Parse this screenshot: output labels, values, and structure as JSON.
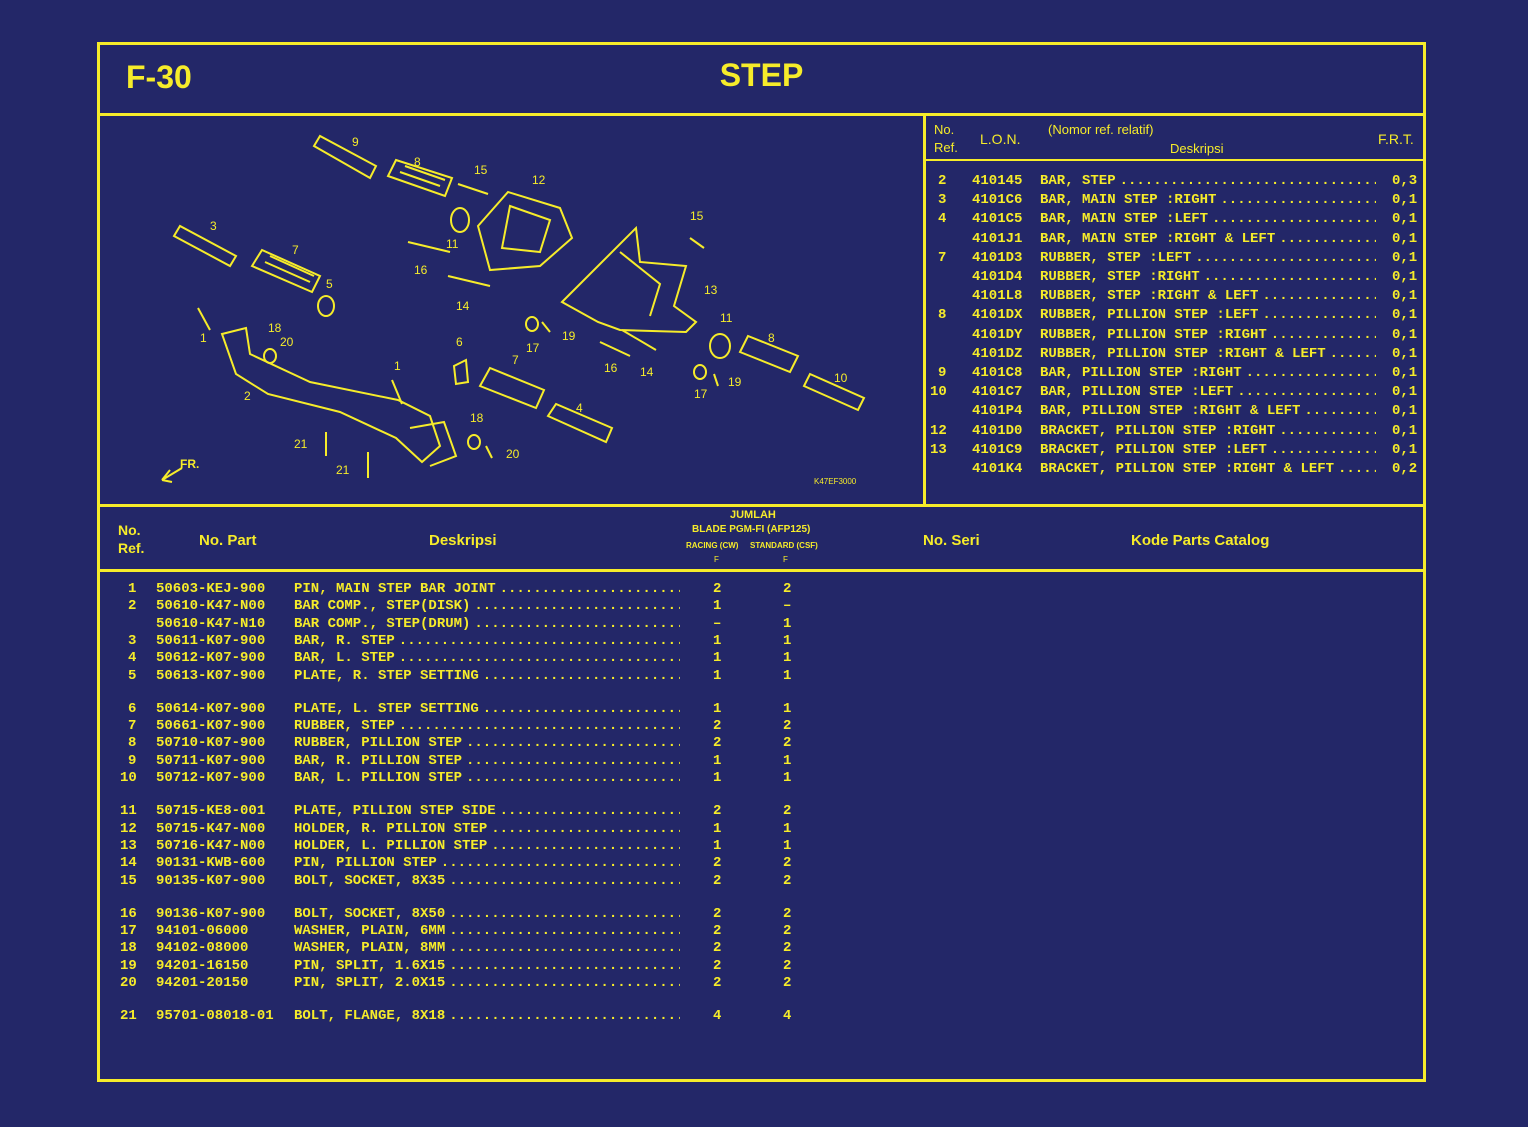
{
  "header": {
    "code": "F-30",
    "title": "STEP"
  },
  "diagram": {
    "code_label": "K47EF3000",
    "fr_label": "FR.",
    "callouts": [
      "1",
      "2",
      "3",
      "4",
      "5",
      "6",
      "7",
      "8",
      "9",
      "10",
      "11",
      "12",
      "13",
      "14",
      "15",
      "16",
      "17",
      "18",
      "19",
      "20",
      "21"
    ]
  },
  "ref_table": {
    "headers": {
      "no_ref_1": "No.",
      "no_ref_2": "Ref.",
      "lon": "L.O.N.",
      "nomor_ref": "(Nomor ref. relatif)",
      "deskripsi": "Deskripsi",
      "frt": "F.R.T."
    },
    "rows": [
      {
        "ref": "2",
        "lon": "410145",
        "desc": "BAR, STEP",
        "frt": "0,3"
      },
      {
        "ref": "3",
        "lon": "4101C6",
        "desc": "BAR, MAIN STEP :RIGHT",
        "frt": "0,1"
      },
      {
        "ref": "4",
        "lon": "4101C5",
        "desc": "BAR, MAIN STEP :LEFT",
        "frt": "0,1"
      },
      {
        "ref": "",
        "lon": "4101J1",
        "desc": "BAR, MAIN STEP :RIGHT & LEFT",
        "frt": "0,1"
      },
      {
        "ref": "7",
        "lon": "4101D3",
        "desc": "RUBBER, STEP :LEFT",
        "frt": "0,1"
      },
      {
        "ref": "",
        "lon": "4101D4",
        "desc": "RUBBER, STEP :RIGHT",
        "frt": "0,1"
      },
      {
        "ref": "",
        "lon": "4101L8",
        "desc": "RUBBER, STEP :RIGHT & LEFT",
        "frt": "0,1"
      },
      {
        "ref": "8",
        "lon": "4101DX",
        "desc": "RUBBER, PILLION STEP :LEFT",
        "frt": "0,1"
      },
      {
        "ref": "",
        "lon": "4101DY",
        "desc": "RUBBER, PILLION STEP :RIGHT",
        "frt": "0,1"
      },
      {
        "ref": "",
        "lon": "4101DZ",
        "desc": "RUBBER, PILLION STEP :RIGHT & LEFT",
        "frt": "0,1"
      },
      {
        "ref": "9",
        "lon": "4101C8",
        "desc": "BAR, PILLION STEP :RIGHT",
        "frt": "0,1"
      },
      {
        "ref": "10",
        "lon": "4101C7",
        "desc": "BAR, PILLION STEP :LEFT",
        "frt": "0,1"
      },
      {
        "ref": "",
        "lon": "4101P4",
        "desc": "BAR, PILLION STEP :RIGHT & LEFT",
        "frt": "0,1"
      },
      {
        "ref": "12",
        "lon": "4101D0",
        "desc": "BRACKET, PILLION STEP :RIGHT",
        "frt": "0,1"
      },
      {
        "ref": "13",
        "lon": "4101C9",
        "desc": "BRACKET, PILLION STEP :LEFT",
        "frt": "0,1"
      },
      {
        "ref": "",
        "lon": "4101K4",
        "desc": "BRACKET, PILLION STEP :RIGHT & LEFT",
        "frt": "0,2"
      }
    ]
  },
  "parts_table": {
    "headers": {
      "no_ref_1": "No.",
      "no_ref_2": "Ref.",
      "no_part": "No. Part",
      "deskripsi": "Deskripsi",
      "jumlah": "JUMLAH",
      "model": "BLADE PGM-FI (AFP125)",
      "racing": "RACING (CW)",
      "standard": "STANDARD (CSF)",
      "col_f1": "F",
      "col_f2": "F",
      "no_seri": "No. Seri",
      "kode": "Kode Parts Catalog"
    },
    "rows": [
      {
        "ref": "1",
        "part": "50603-KEJ-900",
        "desc": "PIN, MAIN STEP BAR JOINT",
        "r": "2",
        "s": "2"
      },
      {
        "ref": "2",
        "part": "50610-K47-N00",
        "desc": "BAR COMP., STEP(DISK)",
        "r": "1",
        "s": "–"
      },
      {
        "ref": "",
        "part": "50610-K47-N10",
        "desc": "BAR COMP., STEP(DRUM)",
        "r": "–",
        "s": "1"
      },
      {
        "ref": "3",
        "part": "50611-K07-900",
        "desc": "BAR, R. STEP",
        "r": "1",
        "s": "1"
      },
      {
        "ref": "4",
        "part": "50612-K07-900",
        "desc": "BAR, L. STEP",
        "r": "1",
        "s": "1"
      },
      {
        "ref": "5",
        "part": "50613-K07-900",
        "desc": "PLATE, R. STEP SETTING",
        "r": "1",
        "s": "1"
      },
      {
        "ref": "6",
        "part": "50614-K07-900",
        "desc": "PLATE, L. STEP SETTING",
        "r": "1",
        "s": "1"
      },
      {
        "ref": "7",
        "part": "50661-K07-900",
        "desc": "RUBBER, STEP",
        "r": "2",
        "s": "2"
      },
      {
        "ref": "8",
        "part": "50710-K07-900",
        "desc": "RUBBER, PILLION STEP",
        "r": "2",
        "s": "2"
      },
      {
        "ref": "9",
        "part": "50711-K07-900",
        "desc": "BAR, R. PILLION STEP",
        "r": "1",
        "s": "1"
      },
      {
        "ref": "10",
        "part": "50712-K07-900",
        "desc": "BAR, L. PILLION STEP",
        "r": "1",
        "s": "1"
      },
      {
        "ref": "11",
        "part": "50715-KE8-001",
        "desc": "PLATE, PILLION STEP SIDE",
        "r": "2",
        "s": "2"
      },
      {
        "ref": "12",
        "part": "50715-K47-N00",
        "desc": "HOLDER, R. PILLION STEP",
        "r": "1",
        "s": "1"
      },
      {
        "ref": "13",
        "part": "50716-K47-N00",
        "desc": "HOLDER, L. PILLION STEP",
        "r": "1",
        "s": "1"
      },
      {
        "ref": "14",
        "part": "90131-KWB-600",
        "desc": "PIN, PILLION STEP",
        "r": "2",
        "s": "2"
      },
      {
        "ref": "15",
        "part": "90135-K07-900",
        "desc": "BOLT, SOCKET, 8X35",
        "r": "2",
        "s": "2"
      },
      {
        "ref": "16",
        "part": "90136-K07-900",
        "desc": "BOLT, SOCKET, 8X50",
        "r": "2",
        "s": "2"
      },
      {
        "ref": "17",
        "part": "94101-06000",
        "desc": "WASHER, PLAIN, 6MM",
        "r": "2",
        "s": "2"
      },
      {
        "ref": "18",
        "part": "94102-08000",
        "desc": "WASHER, PLAIN, 8MM",
        "r": "2",
        "s": "2"
      },
      {
        "ref": "19",
        "part": "94201-16150",
        "desc": "PIN, SPLIT, 1.6X15",
        "r": "2",
        "s": "2"
      },
      {
        "ref": "20",
        "part": "94201-20150",
        "desc": "PIN, SPLIT, 2.0X15",
        "r": "2",
        "s": "2"
      },
      {
        "ref": "21",
        "part": "95701-08018-01",
        "desc": "BOLT, FLANGE, 8X18",
        "r": "4",
        "s": "4"
      }
    ]
  },
  "colors": {
    "background": "#232768",
    "ink": "#f6ec2a"
  }
}
